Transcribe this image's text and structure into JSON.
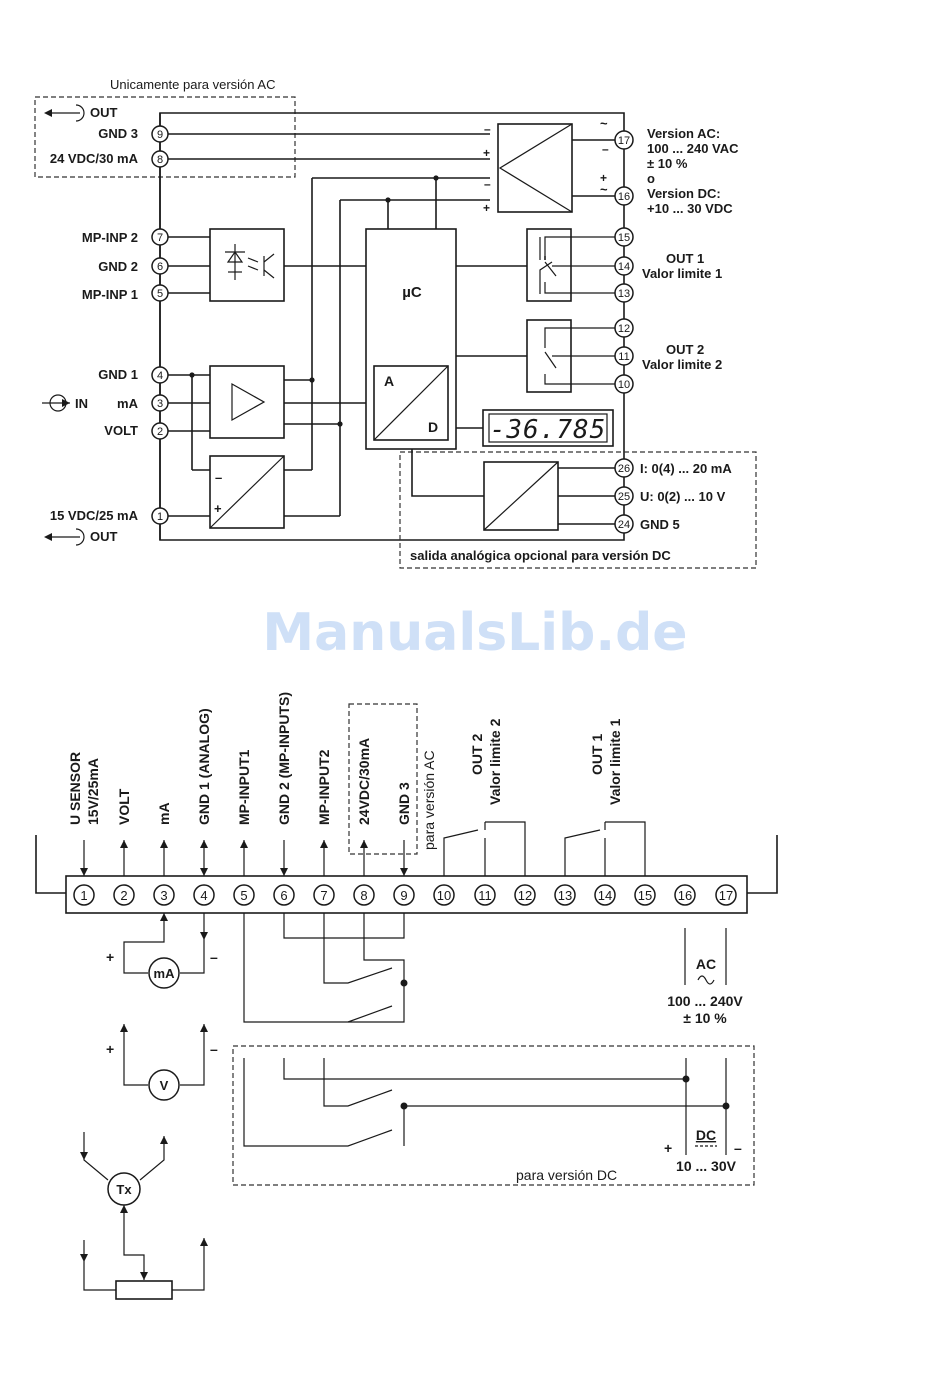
{
  "watermark": "ManualsLib.de",
  "block": {
    "ac_only_label": "Unicamente para versión AC",
    "out_top": "OUT",
    "gnd3": "GND 3",
    "vdc24": "24 VDC/30 mA",
    "mp_inp2": "MP-INP 2",
    "gnd2": "GND 2",
    "mp_inp1": "MP-INP 1",
    "gnd1": "GND 1",
    "in": "IN",
    "ma": "mA",
    "volt": "VOLT",
    "vdc15": "15 VDC/25 mA",
    "out_bottom": "OUT",
    "uc": "µC",
    "adc_a": "A",
    "adc_d": "D",
    "display": "-36.785",
    "version_ac": "Version AC:",
    "vac_range": "100 ... 240 VAC",
    "vac_tol": "± 10 %",
    "or": "o",
    "version_dc": "Version DC:",
    "vdc_range": "+10 ... 30 VDC",
    "out1": "OUT 1",
    "limit1": "Valor limite 1",
    "out2": "OUT 2",
    "limit2": "Valor limite 2",
    "an_i": "I:  0(4) ... 20 mA",
    "an_u": "U: 0(2) ... 10 V",
    "gnd5": "GND 5",
    "analog_note": "salida analógica opcional para versión DC",
    "terminals": [
      "1",
      "2",
      "3",
      "4",
      "5",
      "6",
      "7",
      "8",
      "9",
      "10",
      "11",
      "12",
      "13",
      "14",
      "15",
      "16",
      "17"
    ],
    "an_terminals": [
      "26",
      "25",
      "24"
    ]
  },
  "wiring": {
    "col1a": "U SENSOR",
    "col1b": "15V/25mA",
    "col2": "VOLT",
    "col3": "mA",
    "col4": "GND 1 (ANALOG)",
    "col5": "MP-INPUT1",
    "col6": "GND 2 (MP-INPUTS)",
    "col7": "MP-INPUT2",
    "col8": "24VDC/30mA",
    "col9": "GND 3",
    "ac_note": "para versión AC",
    "out2": "OUT 2",
    "limit2": "Valor limite 2",
    "out1": "OUT 1",
    "limit1": "Valor limite 1",
    "ammeter": "mA",
    "voltmeter": "V",
    "transmitter": "Tx",
    "plus": "+",
    "minus": "–",
    "ac": "AC",
    "ac_range": "100 ... 240V",
    "ac_tol": "± 10 %",
    "dc": "DC",
    "dc_range": "10 ... 30V",
    "dc_note": "para versión DC"
  }
}
